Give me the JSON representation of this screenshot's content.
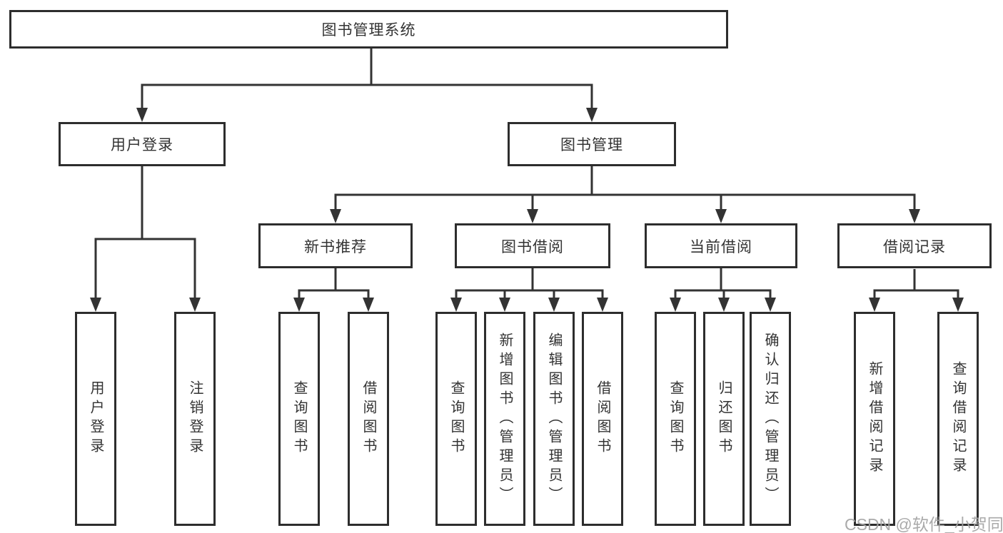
{
  "tree": {
    "root": {
      "label": "图书管理系统"
    },
    "children": [
      {
        "label": "用户登录",
        "children": [
          {
            "label": "用户登录"
          },
          {
            "label": "注销登录"
          }
        ]
      },
      {
        "label": "图书管理",
        "children": [
          {
            "label": "新书推荐",
            "children": [
              {
                "label": "查询图书"
              },
              {
                "label": "借阅图书"
              }
            ]
          },
          {
            "label": "图书借阅",
            "children": [
              {
                "label": "查询图书"
              },
              {
                "label": "新增图书（管理员）"
              },
              {
                "label": "编辑图书（管理员）"
              },
              {
                "label": "借阅图书"
              }
            ]
          },
          {
            "label": "当前借阅",
            "children": [
              {
                "label": "查询图书"
              },
              {
                "label": "归还图书"
              },
              {
                "label": "确认归还（管理员）"
              }
            ]
          },
          {
            "label": "借阅记录",
            "children": [
              {
                "label": "新增借阅记录"
              },
              {
                "label": "查询借阅记录"
              }
            ]
          }
        ]
      }
    ]
  },
  "watermark": "CSDN @软件_小贺同学",
  "colors": {
    "line": "#333333",
    "box_border": "#2d2d2d",
    "text": "#333333",
    "watermark": "#a3a3a3",
    "background": "#ffffff"
  }
}
